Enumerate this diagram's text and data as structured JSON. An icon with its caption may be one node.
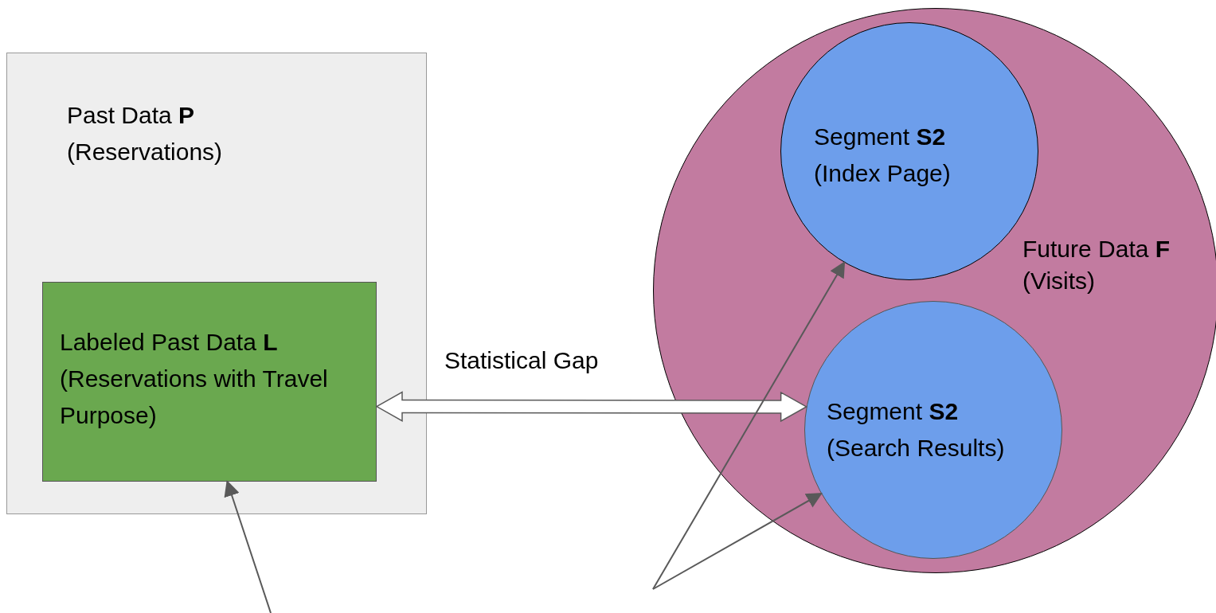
{
  "diagram": {
    "nodes": [
      {
        "text": [
          "Past Data **P**",
          "(Reservations)"
        ]
      },
      {
        "text": [
          "Labeled Past Data **L**",
          "(Reservations with Travel Purpose)"
        ],
        "in": 0
      },
      {
        "text": [
          "Future Data **F**",
          "(Visits)"
        ]
      },
      {
        "text": [
          "Segment **S2**",
          "(Index Page)"
        ],
        "in": 2
      },
      {
        "text": [
          "Segment **S2**",
          "(Search Results)"
        ],
        "in": 2
      }
    ],
    "edges": [
      {
        "from": 1,
        "to": 4,
        "arrow": "both",
        "label": "Statistical Gap",
        "style": "thick"
      },
      {
        "from": null,
        "to": 1,
        "arrow": "to"
      },
      {
        "from": null,
        "to": 3,
        "arrow": "to"
      },
      {
        "from": null,
        "to": 4,
        "arrow": "to"
      }
    ]
  }
}
